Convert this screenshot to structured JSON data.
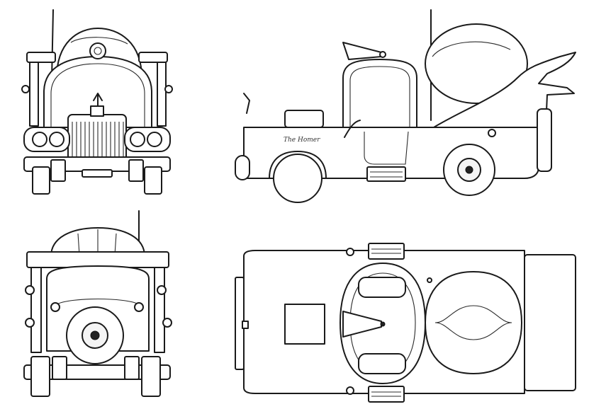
{
  "blueprint": {
    "views": [
      "front",
      "side",
      "rear",
      "top"
    ],
    "colors": {
      "line": "#1a1a1a",
      "background": "#ffffff"
    },
    "badge_text": "The Homer"
  }
}
